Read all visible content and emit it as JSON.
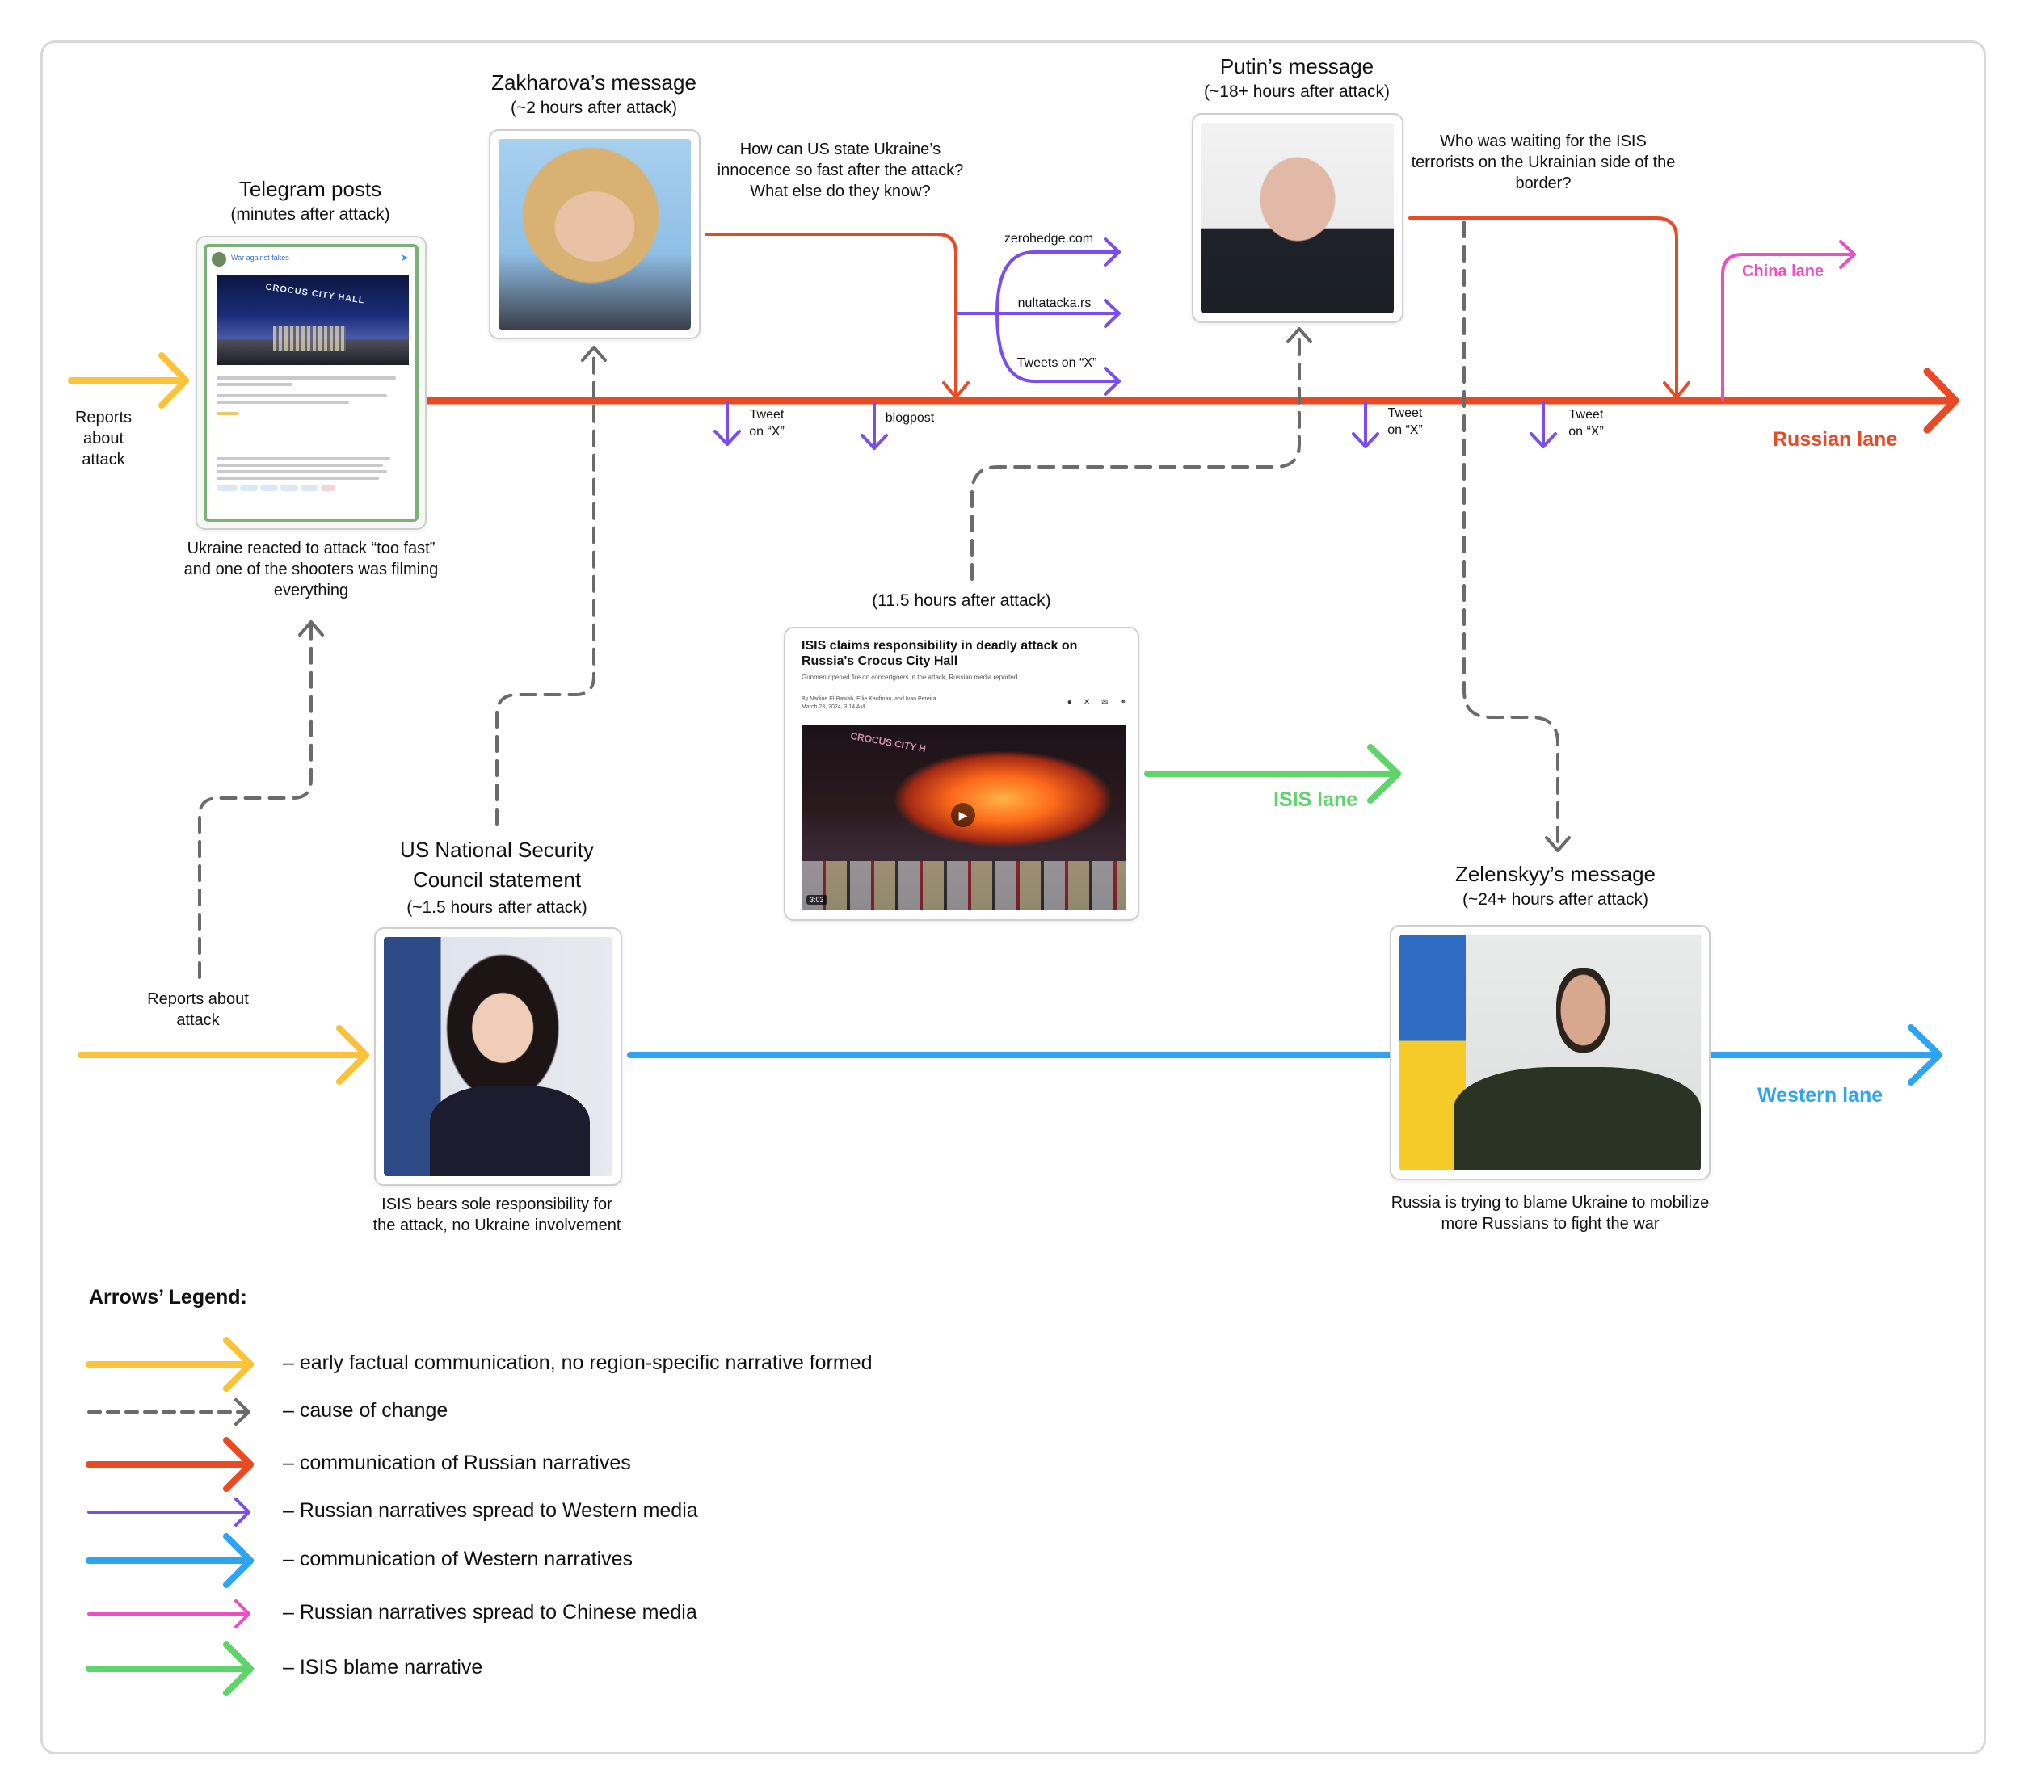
{
  "colors": {
    "yellow": "#fbc23a",
    "gray": "#6b6b6b",
    "red": "#ea4a23",
    "purple": "#7a4df0",
    "blue": "#2ea5f2",
    "pink": "#ec4fc4",
    "green": "#5fd46b"
  },
  "nodes": {
    "telegram": {
      "title": "Telegram posts",
      "time": "(minutes after attack)",
      "caption": "Ukraine reacted to attack “too fast” and one of the shooters was filming everything",
      "channel": "War against fakes",
      "image_text": "CROCUS CITY HALL"
    },
    "zakharova": {
      "title": "Zakharova’s message",
      "time": "(~2 hours after attack)",
      "quote": "How can US state Ukraine’s innocence so fast after the attack? What else do they know?"
    },
    "putin": {
      "title": "Putin’s message",
      "time": "(~18+ hours after attack)",
      "quote": "Who was waiting for the ISIS terrorists on the Ukrainian side of the border?"
    },
    "isis_news": {
      "time": "(11.5 hours after attack)",
      "headline": "ISIS claims responsibility in deadly attack on Russia's Crocus City Hall",
      "dek": "Gunmen opened fire on concertgoers in the attack, Russian media reported.",
      "byline": "By Nadine El-Bawab, Ellie Kaufman, and Ivan Pereira",
      "date": "March 23, 2024, 3:14 AM",
      "video_time": "3:03"
    },
    "us_nsc": {
      "title_line1": "US National Security",
      "title_line2": "Council statement",
      "time": "(~1.5 hours after attack)",
      "caption": "ISIS bears sole responsibility for the attack, no Ukraine involvement"
    },
    "zelenskyy": {
      "title": "Zelenskyy’s message",
      "time": "(~24+ hours after attack)",
      "caption": "Russia is trying to blame Ukraine to mobilize more Russians to fight the war"
    }
  },
  "reports": {
    "top": "Reports about attack",
    "bottom": "Reports about attack"
  },
  "spread_labels": {
    "zerohedge": "zerohedge.com",
    "nultatacka": "nultatacka.rs",
    "tweets_x": "Tweets on “X”",
    "tweet_1": "Tweet on “X”",
    "blogpost": "blogpost",
    "tweet_2": "Tweet on “X”",
    "tweet_3": "Tweet on “X”"
  },
  "lanes": {
    "russian": "Russian lane",
    "china": "China lane",
    "isis": "ISIS lane",
    "western": "Western lane"
  },
  "legend": {
    "title": "Arrows’ Legend:",
    "items": [
      {
        "color": "yellow",
        "dashed": false,
        "label": "– early factual communication, no region-specific narrative formed"
      },
      {
        "color": "gray",
        "dashed": true,
        "label": "– cause of change"
      },
      {
        "color": "red",
        "dashed": false,
        "label": "– communication of Russian narratives"
      },
      {
        "color": "purple",
        "dashed": false,
        "label": "– Russian narratives spread to Western media"
      },
      {
        "color": "blue",
        "dashed": false,
        "label": "– communication of Western narratives"
      },
      {
        "color": "pink",
        "dashed": false,
        "label": "– Russian narratives spread to Chinese media"
      },
      {
        "color": "green",
        "dashed": false,
        "label": "– ISIS blame narrative"
      }
    ]
  }
}
